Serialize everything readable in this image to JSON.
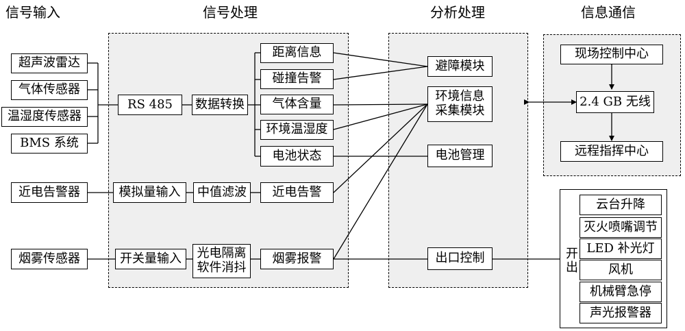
{
  "headers": {
    "input": "信号输入",
    "processing": "信号处理",
    "analysis": "分析处理",
    "comm": "信息通信"
  },
  "inputs": {
    "ultrasonic": "超声波雷达",
    "gas_sensor": "气体传感器",
    "temp_humidity": "温湿度传感器",
    "bms": "BMS 系统",
    "near_electric": "近电告警器",
    "smoke_sensor": "烟雾传感器"
  },
  "processing": {
    "rs485": "RS 485",
    "data_convert": "数据转换",
    "distance_info": "距离信息",
    "collision_alarm": "碰撞告警",
    "gas_content": "气体含量",
    "env_temp_humidity": "环境温湿度",
    "battery_status": "电池状态",
    "analog_input": "模拟量输入",
    "median_filter": "中值滤波",
    "near_electric_alarm": "近电告警",
    "switch_input": "开关量输入",
    "opto_isolation": "光电隔离\n软件消抖",
    "smoke_alarm": "烟雾报警"
  },
  "analysis": {
    "obstacle_avoid": "避障模块",
    "env_collect": "环境信息\n采集模块",
    "battery_mgmt": "电池管理",
    "outlet_control": "出口控制"
  },
  "comm": {
    "field_control": "现场控制中心",
    "wireless": "2.4 GB 无线",
    "remote_command": "远程指挥中心"
  },
  "outputs": {
    "label": "开出",
    "items": [
      "云台升降",
      "灭火喷嘴调节",
      "LED 补光灯",
      "风机",
      "机械臂急停",
      "声光报警器"
    ]
  }
}
